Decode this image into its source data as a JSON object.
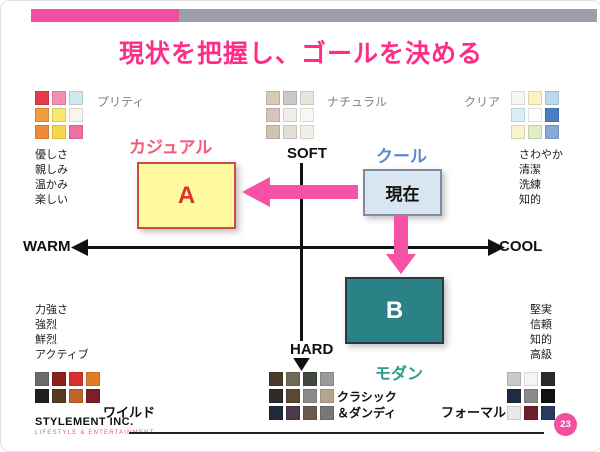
{
  "slide": {
    "title": "現状を把握し、ゴールを決める"
  },
  "colors": {
    "accent_pink": "#f2509e",
    "title_pink": "#ff2d87",
    "bar_gray": "#9aa0a6",
    "arrow_pink": "#f651a5",
    "casual": "#f25c78",
    "cool": "#5b8bd0",
    "modern": "#2a9d8f",
    "box_a_bg": "#fff9a0",
    "box_current_bg": "#d9e6f2",
    "box_b_bg": "#2a8186"
  },
  "axes": {
    "left": "WARM",
    "right": "COOL",
    "top": "SOFT",
    "bottom": "HARD"
  },
  "quadrant_labels": {
    "casual": "カジュアル",
    "cool": "クール",
    "modern": "モダン",
    "pretty": "プリティ",
    "natural": "ナチュラル",
    "clear": "クリア",
    "wild": "ワイルド",
    "classic_line1": "クラシック",
    "classic_line2": "＆ダンディ",
    "formal": "フォーマル"
  },
  "keywords": {
    "soft_warm": [
      "優しさ",
      "親しみ",
      "温かみ",
      "楽しい"
    ],
    "soft_cool": [
      "さわやか",
      "清潔",
      "洗練",
      "知的"
    ],
    "hard_warm": [
      "力強さ",
      "強烈",
      "鮮烈",
      "アクティブ"
    ],
    "hard_cool": [
      "堅実",
      "信頼",
      "知的",
      "高級"
    ]
  },
  "boxes": {
    "a": "A",
    "current": "現在",
    "b": "B"
  },
  "palettes": {
    "pretty": [
      [
        "#e6394a",
        "#f48fb1",
        "#cfe9f0"
      ],
      [
        "#f09b3c",
        "#f7e96b",
        "#f6f6ee"
      ],
      [
        "#ef8a3a",
        "#f7d84d",
        "#ef6fa0"
      ]
    ],
    "natural": [
      [
        "#d8cab4",
        "#c9c9c9",
        "#e9e5dc"
      ],
      [
        "#d8c4bc",
        "#efeeea",
        "#f8f7f4"
      ],
      [
        "#cfc4ad",
        "#e4dfd4",
        "#f2efe8"
      ]
    ],
    "clear": [
      [
        "#f7f7f2",
        "#faf3c0",
        "#bcd8ee"
      ],
      [
        "#dbeef5",
        "#ffffff",
        "#4a7fc1"
      ],
      [
        "#f8f3c8",
        "#dcedc8",
        "#86a8d8"
      ]
    ],
    "wild": [
      [
        "#6b6b6b",
        "#8e1f1f",
        "#d92e2e",
        "#e07b2a"
      ],
      [
        "#1f1f1f",
        "#5a3a1e",
        "#c2642a",
        "#7c1f2a"
      ]
    ],
    "classic": [
      [
        "#4a3a2a",
        "#6e6a55",
        "#3d4a3d",
        "#9a9a9a"
      ],
      [
        "#2b2b2b",
        "#5d4632",
        "#8a8a8a",
        "#b5a48e"
      ],
      [
        "#1f2a3a",
        "#4a3a4a",
        "#6b5a4a",
        "#777777"
      ]
    ],
    "formal": [
      [
        "#c9c9c9",
        "#f5f5f5",
        "#2b2b2b"
      ],
      [
        "#1f2a44",
        "#8a8a8a",
        "#111111"
      ],
      [
        "#e8e8e8",
        "#6e1f2a",
        "#2a3a5e"
      ]
    ]
  },
  "footer": {
    "company": "STYLEMENT INC.",
    "tagline": "LIFESTYLE & ENTERTAINMENT",
    "page_number": "23"
  }
}
